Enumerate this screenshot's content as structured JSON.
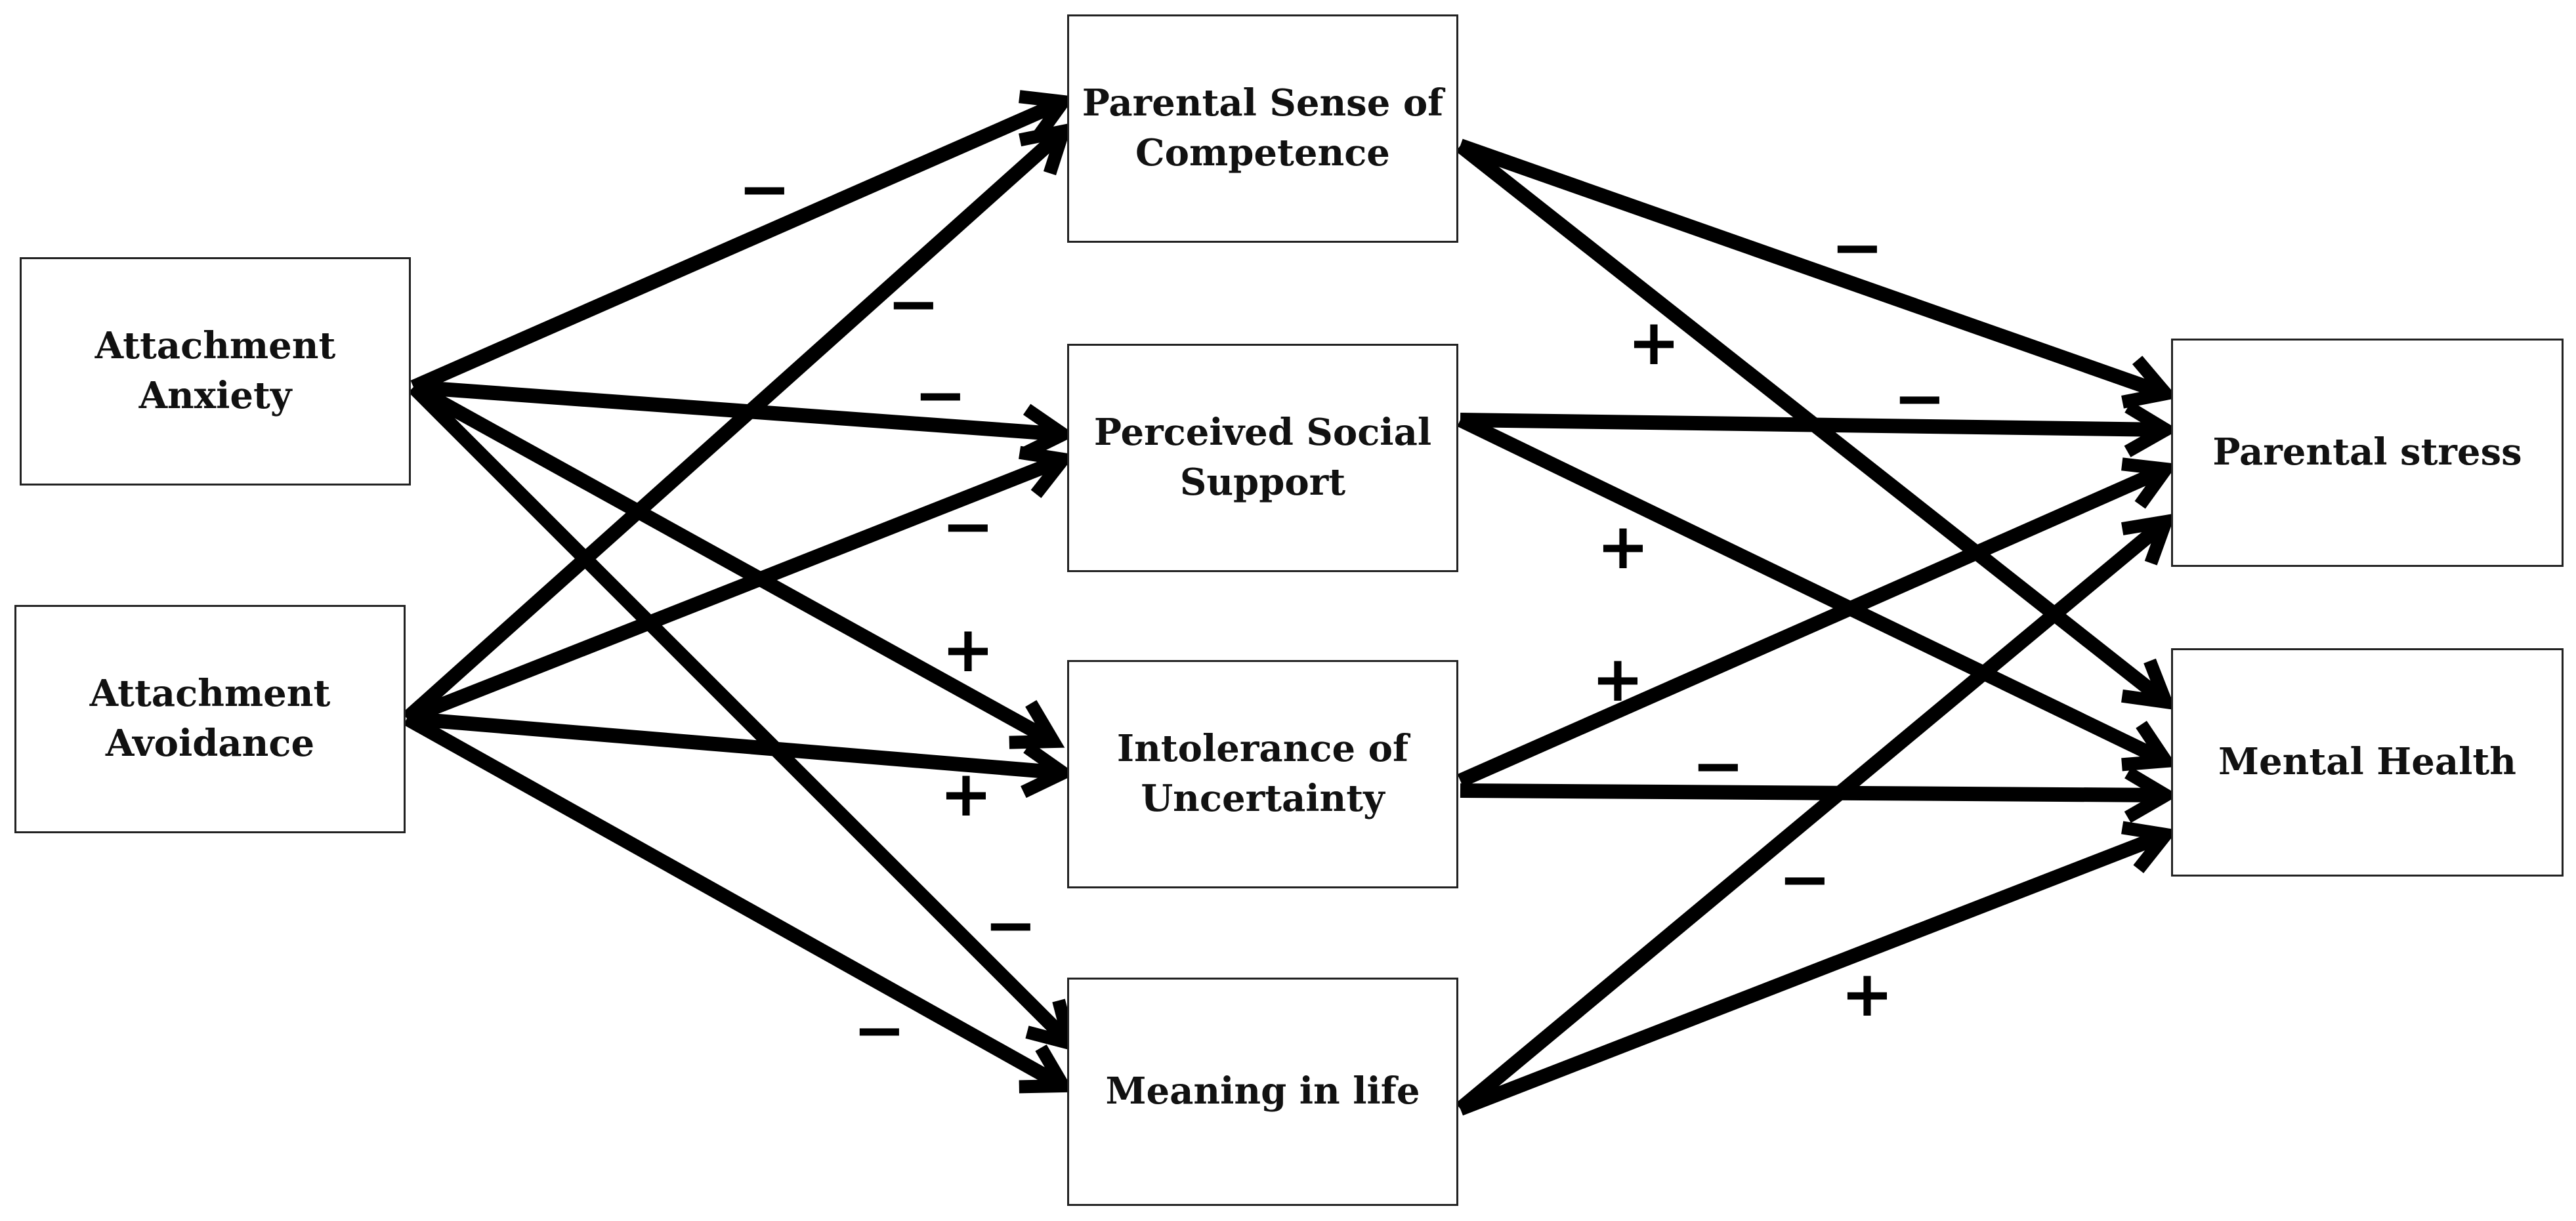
{
  "nodes": {
    "attachment_anxiety": "Attachment\nAnxiety",
    "attachment_avoidance": "Attachment\nAvoidance",
    "parental_sense_of_competence": "Parental Sense of\nCompetence",
    "perceived_social_support": "Perceived Social\nSupport",
    "intolerance_of_uncertainty": "Intolerance of\nUncertainty",
    "meaning_in_life": "Meaning in life",
    "parental_stress": "Parental stress",
    "mental_health": "Mental Health"
  },
  "edges": [
    {
      "from": "attachment_anxiety",
      "to": "parental_sense_of_competence",
      "sign": "−"
    },
    {
      "from": "attachment_anxiety",
      "to": "perceived_social_support",
      "sign": "−"
    },
    {
      "from": "attachment_anxiety",
      "to": "intolerance_of_uncertainty",
      "sign": "+"
    },
    {
      "from": "attachment_anxiety",
      "to": "meaning_in_life",
      "sign": "−"
    },
    {
      "from": "attachment_avoidance",
      "to": "parental_sense_of_competence",
      "sign": "−"
    },
    {
      "from": "attachment_avoidance",
      "to": "perceived_social_support",
      "sign": "−"
    },
    {
      "from": "attachment_avoidance",
      "to": "intolerance_of_uncertainty",
      "sign": "+"
    },
    {
      "from": "attachment_avoidance",
      "to": "meaning_in_life",
      "sign": "−"
    },
    {
      "from": "parental_sense_of_competence",
      "to": "parental_stress",
      "sign": "−"
    },
    {
      "from": "parental_sense_of_competence",
      "to": "mental_health",
      "sign": "+"
    },
    {
      "from": "perceived_social_support",
      "to": "parental_stress",
      "sign": "−"
    },
    {
      "from": "perceived_social_support",
      "to": "mental_health",
      "sign": "+"
    },
    {
      "from": "intolerance_of_uncertainty",
      "to": "parental_stress",
      "sign": "+"
    },
    {
      "from": "intolerance_of_uncertainty",
      "to": "mental_health",
      "sign": "−"
    },
    {
      "from": "meaning_in_life",
      "to": "parental_stress",
      "sign": "−"
    },
    {
      "from": "meaning_in_life",
      "to": "mental_health",
      "sign": "+"
    }
  ]
}
